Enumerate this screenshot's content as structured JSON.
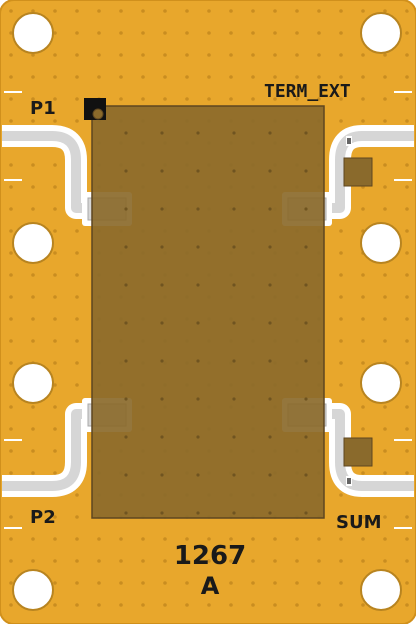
{
  "board": {
    "labels": {
      "port1": "P1",
      "port2": "P2",
      "term": "TERM_EXT",
      "sum": "SUM",
      "part_number": "1267",
      "revision": "A"
    },
    "colors": {
      "substrate": "#e8a72c",
      "substrate_edge": "#d0901c",
      "via": "#c68a1f",
      "metal": "#d6d6d6",
      "metal_border": "#a8a8a8",
      "chip": "#8b6a2b",
      "chip_border": "#5e4620",
      "hole": "#ffffff",
      "hole_ring": "#b88420",
      "resistor": "#8a6a2c",
      "silkscreen": "#1a1a1a"
    }
  }
}
